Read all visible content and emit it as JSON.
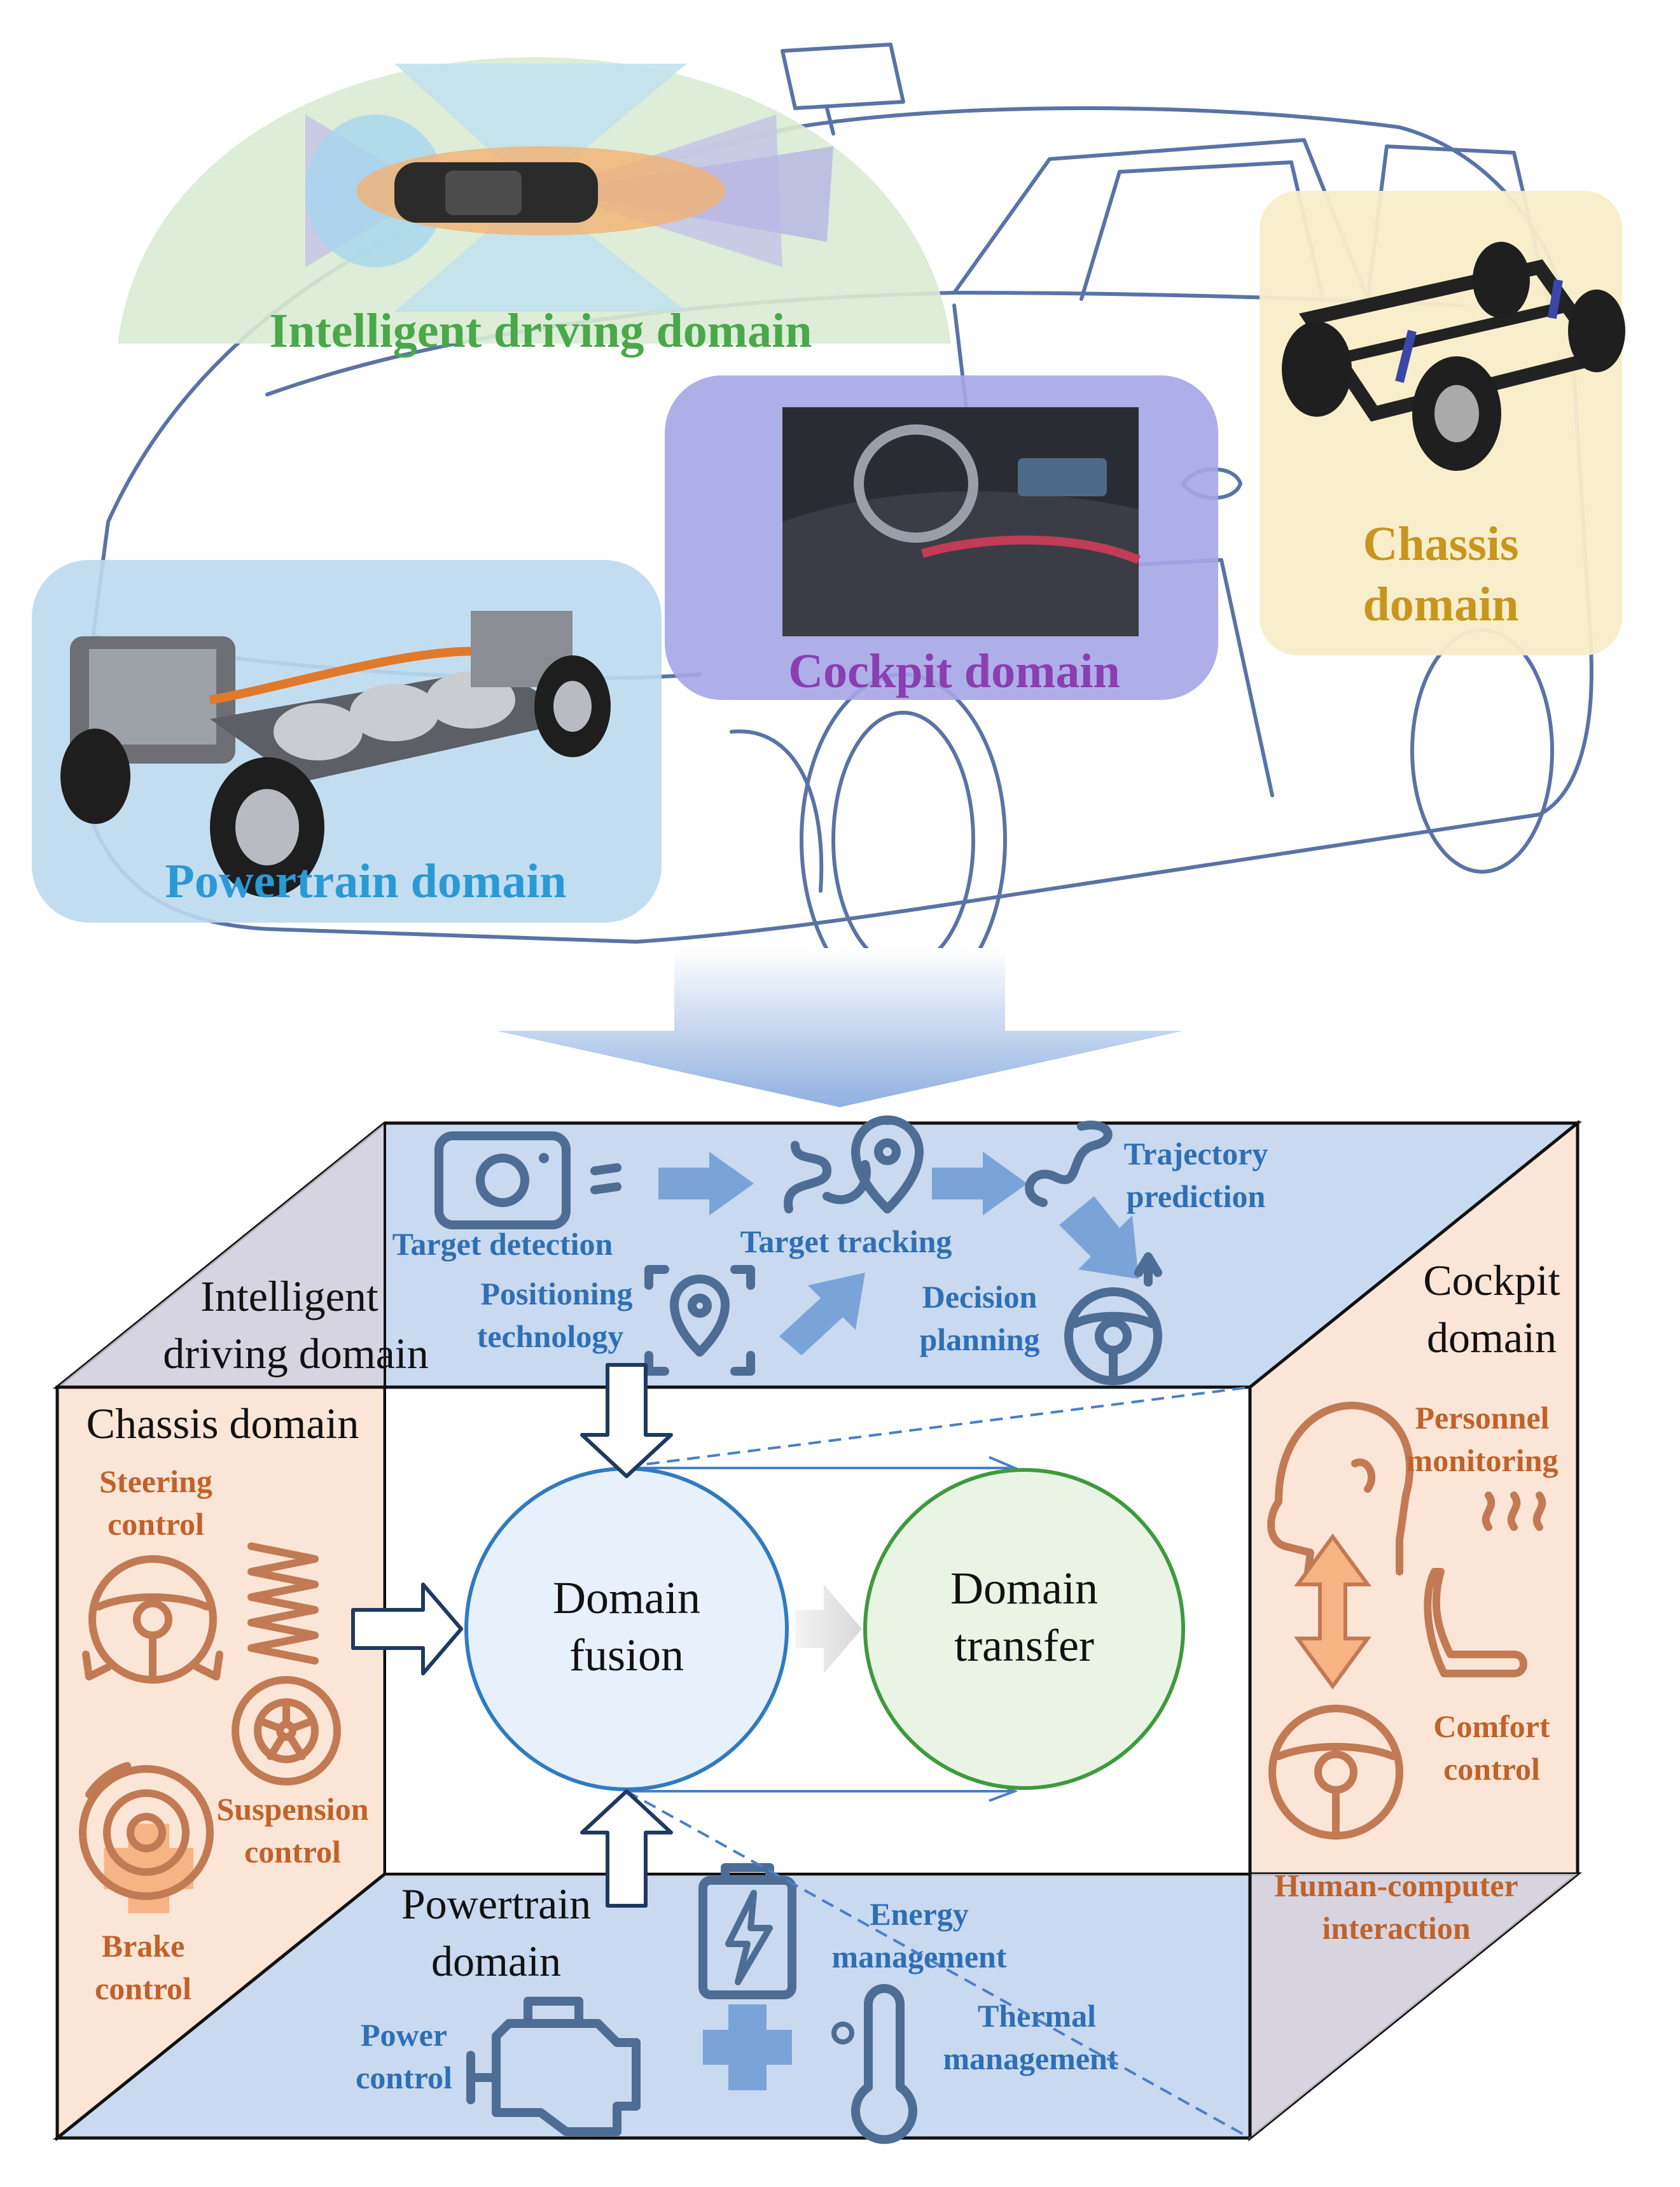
{
  "top": {
    "intelligent": "Intelligent driving domain",
    "cockpit": "Cockpit domain",
    "chassis_line1": "Chassis",
    "chassis_line2": "domain",
    "powertrain": "Powertrain domain"
  },
  "box": {
    "intelligent_line1": "Intelligent",
    "intelligent_line2": "driving domain",
    "cockpit_line1": "Cockpit",
    "cockpit_line2": "domain",
    "chassis": "Chassis domain",
    "powertrain_line1": "Powertrain",
    "powertrain_line2": "domain",
    "fusion_line1": "Domain",
    "fusion_line2": "fusion",
    "transfer_line1": "Domain",
    "transfer_line2": "transfer"
  },
  "intelligent_items": {
    "target_detection": "Target detection",
    "target_tracking": "Target tracking",
    "trajectory_line1": "Trajectory",
    "trajectory_line2": "prediction",
    "positioning_line1": "Positioning",
    "positioning_line2": "technology",
    "decision_line1": "Decision",
    "decision_line2": "planning"
  },
  "chassis_items": {
    "steering_line1": "Steering",
    "steering_line2": "control",
    "suspension_line1": "Suspension",
    "suspension_line2": "control",
    "brake_line1": "Brake",
    "brake_line2": "control"
  },
  "cockpit_items": {
    "personnel_line1": "Personnel",
    "personnel_line2": "monitoring",
    "comfort_line1": "Comfort",
    "comfort_line2": "control",
    "hci_line1": "Human-computer",
    "hci_line2": "interaction"
  },
  "powertrain_items": {
    "energy_line1": "Energy",
    "energy_line2": "management",
    "thermal_line1": "Thermal",
    "thermal_line2": "management",
    "power_line1": "Power",
    "power_line2": "control"
  },
  "colors": {
    "intelligent": "#4aa84a",
    "cockpit": "#8a3fb0",
    "chassis": "#c8961e",
    "powertrain": "#2a9ad6",
    "blue_text": "#2e6fb5",
    "orange_text": "#c0622a"
  }
}
